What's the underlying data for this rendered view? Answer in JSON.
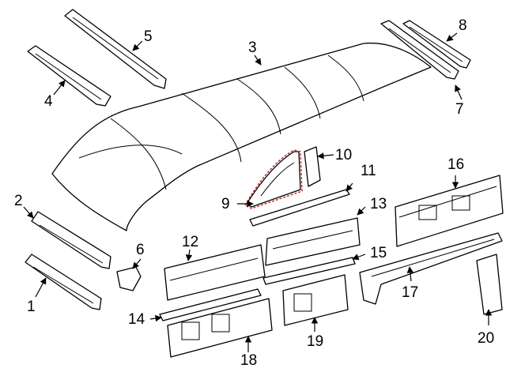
{
  "colors": {
    "highlight": "#cc2222",
    "line": "#000000",
    "background": "#ffffff"
  },
  "labels": {
    "c1": "1",
    "c2": "2",
    "c3": "3",
    "c4": "4",
    "c5": "5",
    "c6": "6",
    "c7": "7",
    "c8": "8",
    "c9": "9",
    "c10": "10",
    "c11": "11",
    "c12": "12",
    "c13": "13",
    "c14": "14",
    "c15": "15",
    "c16": "16",
    "c17": "17",
    "c18": "18",
    "c19": "19",
    "c20": "20"
  }
}
